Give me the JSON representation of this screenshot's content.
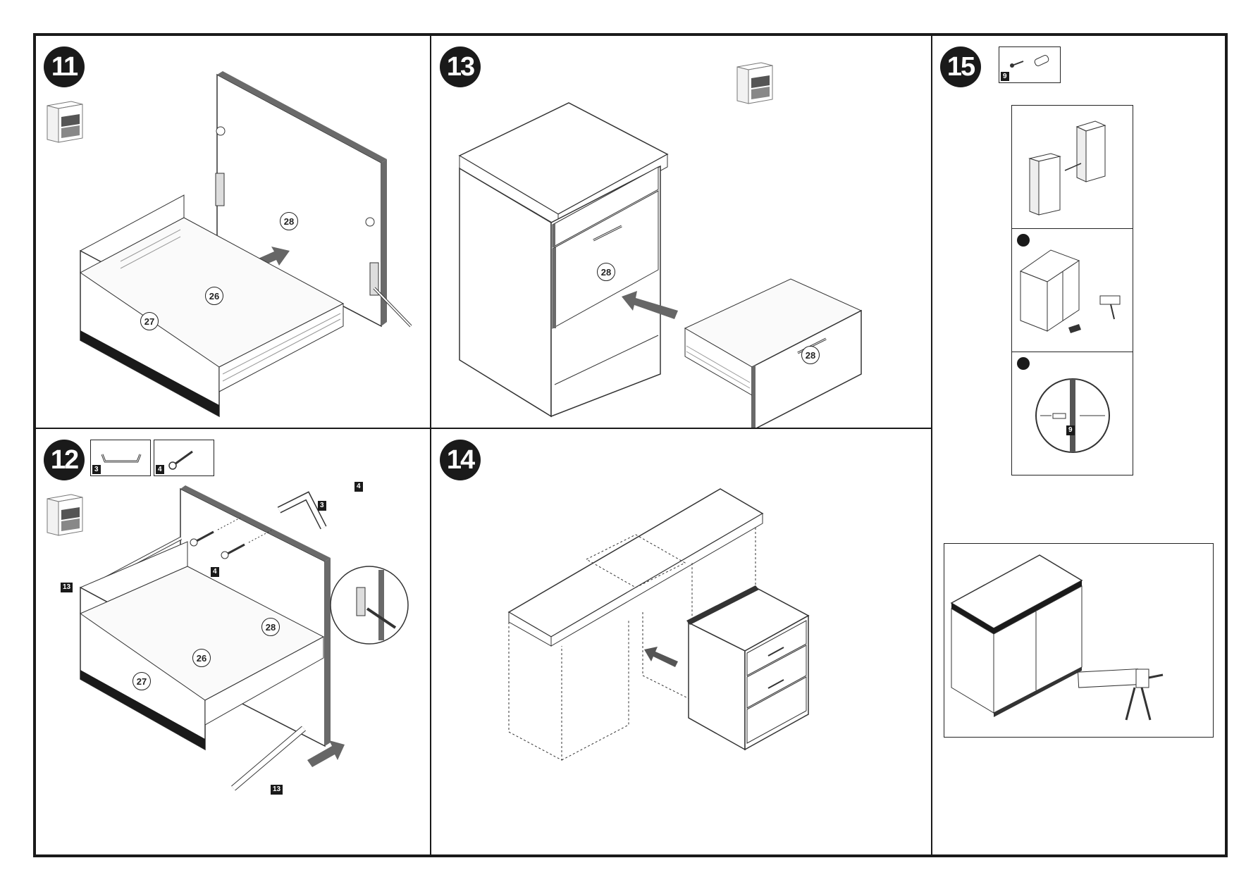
{
  "steps": {
    "s11": {
      "number": "11",
      "parts": {
        "back_panel": "28",
        "bottom": "26",
        "front": "27"
      }
    },
    "s12": {
      "number": "12",
      "box_handle_tag": "3",
      "box_screw_tag": "4",
      "callouts": {
        "screw_top": "4",
        "handle": "3",
        "screw": "4",
        "rail": "13",
        "tool": "13"
      },
      "parts": {
        "back_panel": "28",
        "bottom": "26",
        "front": "27"
      }
    },
    "s13": {
      "number": "13",
      "parts": {
        "drawer_front_top": "28",
        "drawer_front": "28"
      }
    },
    "s14": {
      "number": "14"
    },
    "s15": {
      "number": "15",
      "connector_tag": "9",
      "dowel_tag": "9"
    }
  },
  "icons": {
    "cabinet_thumb": "cabinet-thumbnail-icon",
    "handle": "handle-icon",
    "screw": "screw-icon",
    "dowel": "dowel-icon",
    "arrow": "push-arrow-icon"
  },
  "colors": {
    "ink": "#1a1a1a",
    "panel_edge": "#6a6a6a",
    "paper": "#ffffff"
  }
}
